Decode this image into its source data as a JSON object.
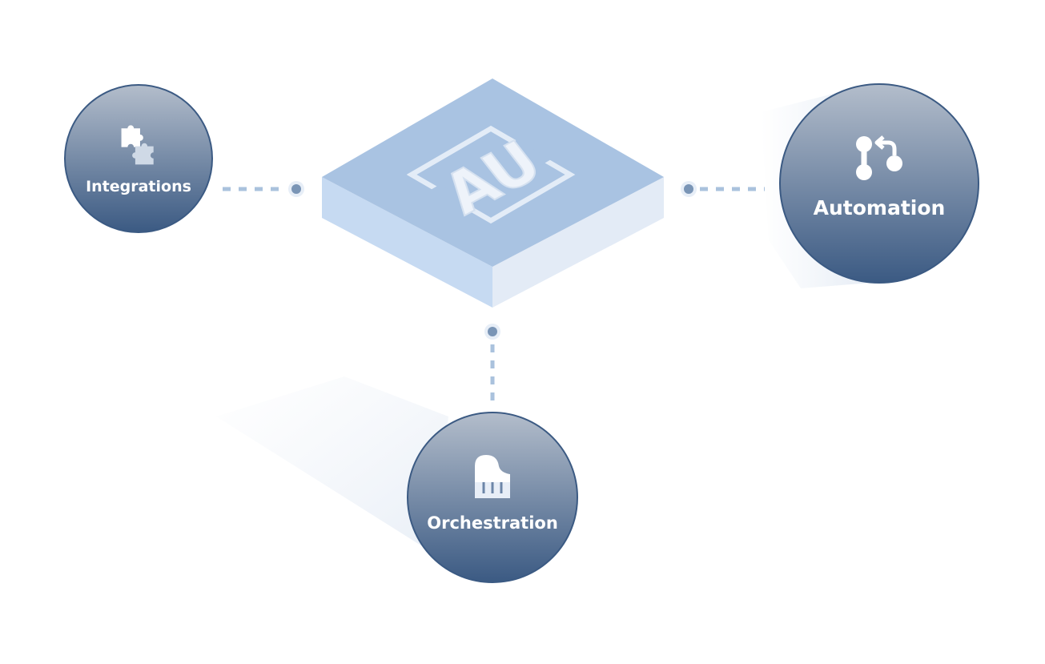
{
  "diagram": {
    "center_logo": "AU",
    "nodes": {
      "integrations": {
        "label": "Integrations",
        "icon": "puzzle-icon"
      },
      "automation": {
        "label": "Automation",
        "icon": "branch-merge-icon"
      },
      "orchestration": {
        "label": "Orchestration",
        "icon": "piano-icon"
      }
    },
    "colors": {
      "circle_top": "#aeb9c8",
      "circle_bottom": "#3d5c84",
      "platform_top": "#a9c3e2",
      "platform_left": "#c6daf2",
      "platform_right": "#e3ebf6",
      "connector": "#aac2dd",
      "connector_dot": "#7a95b6"
    }
  }
}
